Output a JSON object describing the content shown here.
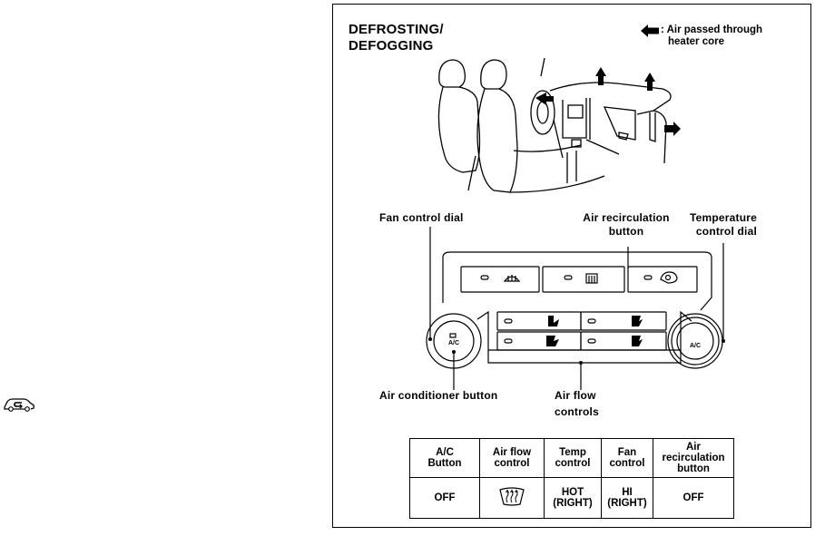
{
  "title_lines": [
    "DEFROSTING/",
    "DEFOGGING"
  ],
  "legend": {
    "line1": ": Air passed through",
    "line2": "heater core",
    "icon": "filled-arrow-icon"
  },
  "labels": {
    "fan_control_dial": "Fan control dial",
    "air_recirc_1": "Air recirculation",
    "air_recirc_2": "button",
    "temperature_1": "Temperature",
    "temperature_2": "control dial",
    "air_conditioner_button": "Air conditioner button",
    "air_flow_1": "Air flow",
    "air_flow_2": "controls"
  },
  "panel_text": {
    "ac_left": "A/C",
    "ac_right": "A/C"
  },
  "table": {
    "headers": [
      [
        "A/C",
        "Button"
      ],
      [
        "Air flow",
        "control"
      ],
      [
        "Temp",
        "control"
      ],
      [
        "Fan",
        "control"
      ],
      [
        "Air",
        "recirculation",
        "button"
      ]
    ],
    "values": [
      [
        "OFF"
      ],
      [],
      [
        "HOT",
        "(RIGHT)"
      ],
      [
        "HI",
        "(RIGHT)"
      ],
      [
        "OFF"
      ]
    ],
    "airflow_icon": "defroster-icon"
  },
  "side_icon": "recirculation-car-icon"
}
